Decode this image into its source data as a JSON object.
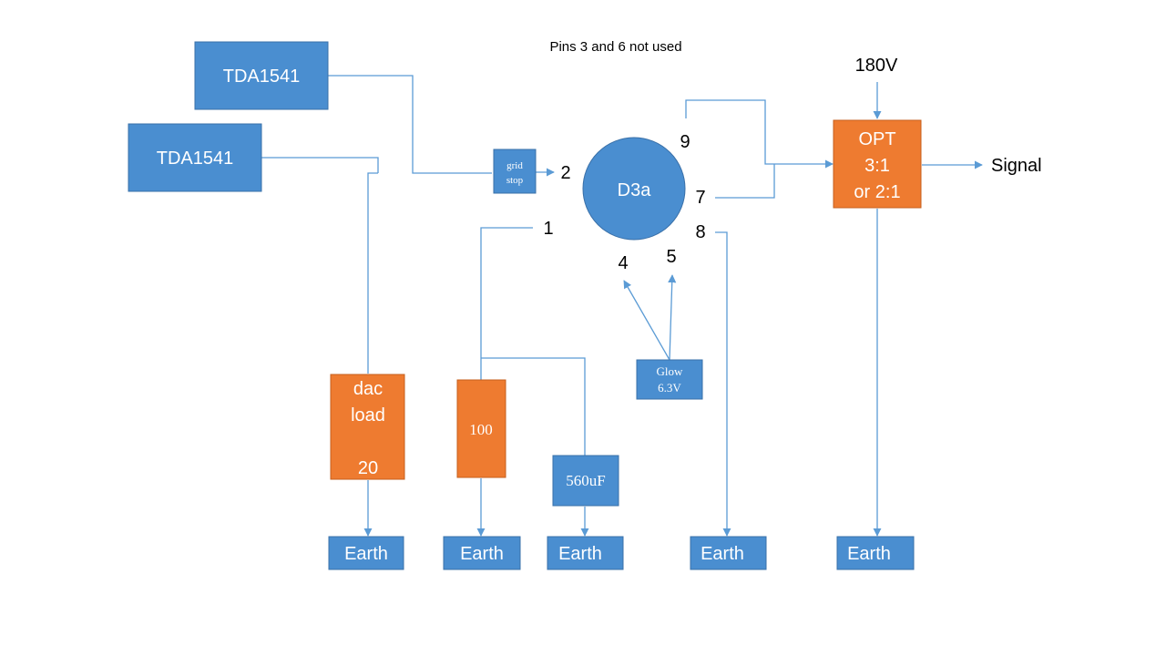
{
  "note": "Pins 3 and 6 not used",
  "dac_top": "TDA1541",
  "dac_bottom": "TDA1541",
  "grid_stop": [
    "grid",
    "stop"
  ],
  "tube": "D3a",
  "pins": {
    "p1": "1",
    "p2": "2",
    "p4": "4",
    "p5": "5",
    "p7": "7",
    "p8": "8",
    "p9": "9"
  },
  "supply": "180V",
  "opt": [
    "OPT",
    "3:1",
    "or 2:1"
  ],
  "signal": "Signal",
  "dac_load": [
    "dac",
    "load",
    "20"
  ],
  "resistor": "100",
  "capacitor": "560uF",
  "glow": [
    "Glow",
    "6.3V"
  ],
  "earth": [
    "Earth",
    "Earth",
    "Earth",
    "Earth",
    "Earth"
  ],
  "colors": {
    "blue_box": "#4a8ed0",
    "orange_box": "#ee7b30",
    "wire": "#5b9bd5"
  }
}
